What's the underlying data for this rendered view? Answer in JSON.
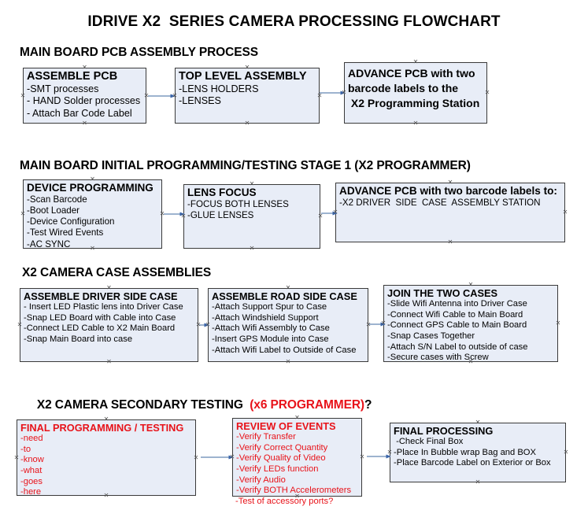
{
  "title": "IDRIVE X2  SERIES CAMERA PROCESSING FLOWCHART",
  "accent_color": "#e8131a",
  "node_fill": "#e8edf7",
  "node_border": "#3a3a3a",
  "connector_color": "#8fa8c8",
  "arrowhead_color": "#3a64a8",
  "sections": [
    {
      "heading": "MAIN BOARD PCB ASSEMBLY PROCESS",
      "heading_accent": "",
      "nodes": [
        {
          "title": "ASSEMBLE PCB",
          "lines": [
            "-SMT processes",
            "- HAND Solder processes",
            "- Attach Bar Code Label"
          ]
        },
        {
          "title": "TOP LEVEL ASSEMBLY",
          "lines": [
            "-LENS HOLDERS",
            "-LENSES"
          ]
        },
        {
          "title": "",
          "lines": [
            "ADVANCE PCB with two",
            "barcode labels to the",
            " X2 Programming Station"
          ]
        }
      ]
    },
    {
      "heading": "MAIN BOARD INITIAL PROGRAMMING/TESTING STAGE 1 (X2 PROGRAMMER)",
      "heading_accent": "",
      "nodes": [
        {
          "title": "DEVICE PROGRAMMING",
          "lines": [
            "-Scan Barcode",
            "-Boot Loader",
            "-Device Configuration",
            "-Test Wired Events",
            "-AC SYNC"
          ]
        },
        {
          "title": "LENS FOCUS",
          "lines": [
            "-FOCUS BOTH LENSES",
            "-GLUE LENSES"
          ]
        },
        {
          "title": "ADVANCE PCB with two barcode labels to:",
          "lines": [
            "-X2 DRIVER  SIDE  CASE  ASSEMBLY STATION"
          ]
        }
      ]
    },
    {
      "heading": "X2 CAMERA CASE ASSEMBLIES",
      "heading_accent": "",
      "nodes": [
        {
          "title": "ASSEMBLE DRIVER SIDE CASE",
          "lines": [
            "- Insert LED Plastic lens into Driver Case",
            "-Snap LED Board with Cable into Case",
            "-Connect LED Cable to X2 Main Board",
            "-Snap Main Board into case"
          ]
        },
        {
          "title": "ASSEMBLE ROAD SIDE CASE",
          "lines": [
            "-Attach Support Spur to Case",
            "-Attach Windshield Support",
            "-Attach Wifi Assembly to Case",
            "-Insert GPS Module into Case",
            "-Attach Wifi Label to Outside of Case"
          ]
        },
        {
          "title": "JOIN THE TWO CASES",
          "lines": [
            "-Slide Wifi Antenna into Driver Case",
            "-Connect Wifi Cable to Main Board",
            "-Connect GPS Cable to Main Board",
            "-Snap Cases Together",
            "-Attach S/N Label to outside of case",
            "-Secure cases with Screw"
          ]
        }
      ]
    },
    {
      "heading": "X2 CAMERA SECONDARY TESTING  ",
      "heading_accent": "(x6 PROGRAMMER)",
      "heading_tail": "?",
      "nodes": [
        {
          "title": "FINAL PROGRAMMING / TESTING",
          "lines": [
            "-need",
            "-to",
            "-know",
            "-what",
            "-goes",
            "-here"
          ]
        },
        {
          "title": "REVIEW OF EVENTS",
          "lines": [
            "-Verify Transfer",
            "-Verify Correct Quantity",
            "-Verify Quality of Video",
            "-Verify LEDs function",
            "-Verify Audio",
            "-Verify BOTH Accelerometers"
          ],
          "overflow_line": "-Test of accessory ports?"
        },
        {
          "title": "FINAL PROCESSING",
          "lines": [
            " -Check Final Box",
            "-Place In Bubble wrap Bag and BOX",
            "-Place Barcode Label on Exterior or Box"
          ]
        }
      ]
    }
  ]
}
